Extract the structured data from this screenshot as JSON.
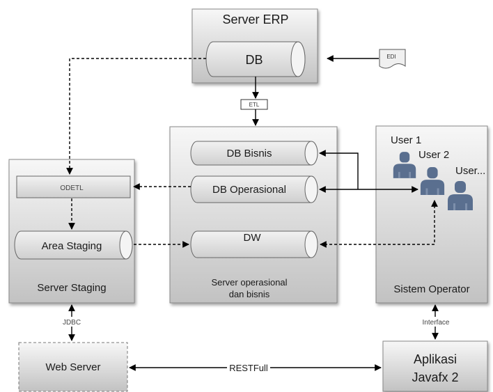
{
  "server_erp": {
    "title": "Server ERP",
    "db": "DB"
  },
  "edi": "EDI",
  "etl": "ETL",
  "server_ops": {
    "db_bisnis": "DB Bisnis",
    "db_operasional": "DB Operasional",
    "dw": "DW",
    "label_line1": "Server operasional",
    "label_line2": "dan bisnis"
  },
  "server_staging": {
    "odetl": "ODETL",
    "area_staging": "Area Staging",
    "label": "Server Staging"
  },
  "sistem_operator": {
    "label": "Sistem Operator",
    "users": [
      "User 1",
      "User 2",
      "User..."
    ]
  },
  "connections": {
    "jdbc": "JDBC",
    "interface": "Interface",
    "restfull": "RESTFull"
  },
  "web_server": "Web Server",
  "aplikasi": {
    "line1": "Aplikasi",
    "line2": "Javafx 2"
  },
  "colors": {
    "box_top": "#f4f4f4",
    "box_bottom": "#c4c4c4",
    "user_icon": "#5a6f8f",
    "line": "#000000"
  }
}
